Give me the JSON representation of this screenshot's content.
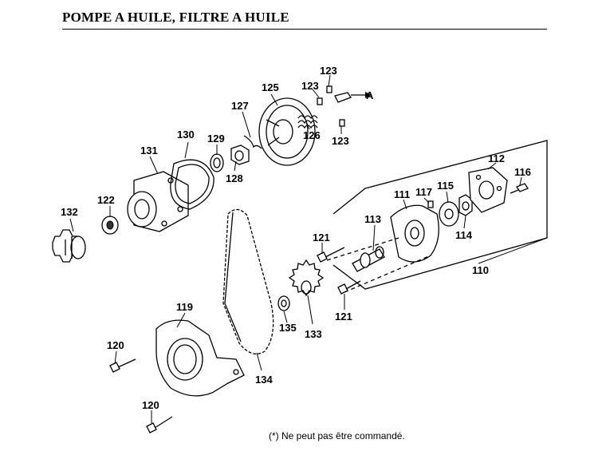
{
  "title": "POMPE A HUILE, FILTRE A HUILE",
  "note": "(*) Ne peut pas être commandé.",
  "callouts": {
    "c110": "110",
    "c111": "111",
    "c112": "112",
    "c113": "113",
    "c114": "114",
    "c115": "115",
    "c116": "116",
    "c117": "117",
    "c119": "119",
    "c120a": "120",
    "c120b": "120",
    "c121a": "121",
    "c121b": "121",
    "c122": "122",
    "c123a": "123",
    "c123b": "123",
    "c123c": "123",
    "c125": "125",
    "c126": "126",
    "c127": "127",
    "c128": "128",
    "c129": "129",
    "c130": "130",
    "c131": "131",
    "c132": "132",
    "c133": "133",
    "c134": "134",
    "c135": "135",
    "cA": "A"
  }
}
